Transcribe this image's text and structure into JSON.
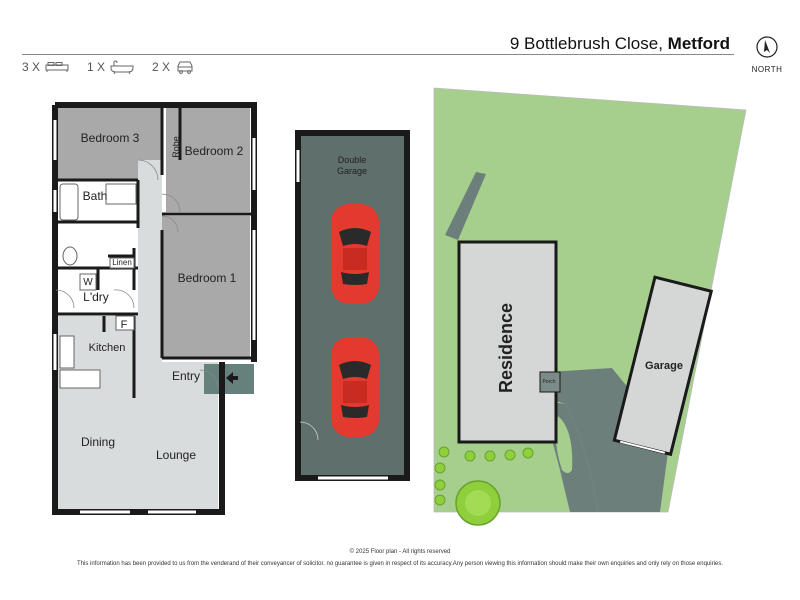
{
  "header": {
    "street": "9 Bottlebrush Close,",
    "suburb": "Metford",
    "north_label": "NORTH"
  },
  "features": [
    {
      "count": "3 X",
      "icon": "bed-icon"
    },
    {
      "count": "1 X",
      "icon": "bath-icon"
    },
    {
      "count": "2 X",
      "icon": "car-icon"
    }
  ],
  "rooms": {
    "bedroom3": "Bedroom 3",
    "robe": "Robe",
    "bedroom2": "Bedroom 2",
    "bath": "Bath",
    "linen": "Linen",
    "w": "W",
    "ldry": "L'dry",
    "bedroom1": "Bedroom 1",
    "f": "F",
    "kitchen": "Kitchen",
    "entry": "Entry",
    "dining": "Dining",
    "lounge": "Lounge",
    "double_garage_1": "Double",
    "double_garage_2": "Garage"
  },
  "site": {
    "residence": "Residence",
    "garage": "Garage",
    "porch": "Porch"
  },
  "footer": {
    "copyright": "© 2025 Floor plan  - All rights reserved",
    "disclaimer": "This information has been provided to us from the venderand of their conveyancer of solicitor. no guarantee is given in respect of its accuracy.Any person viewing this information should make their own enquiries and only rely on those enquiries."
  },
  "colors": {
    "wall": "#1a1a1a",
    "room_grey": "#a9a9a9",
    "living_light": "#d8dcdc",
    "garage_floor": "#5f6f6c",
    "lawn": "#a6cf8e",
    "driveway": "#6d7f7b",
    "car_red": "#e23a2e"
  }
}
